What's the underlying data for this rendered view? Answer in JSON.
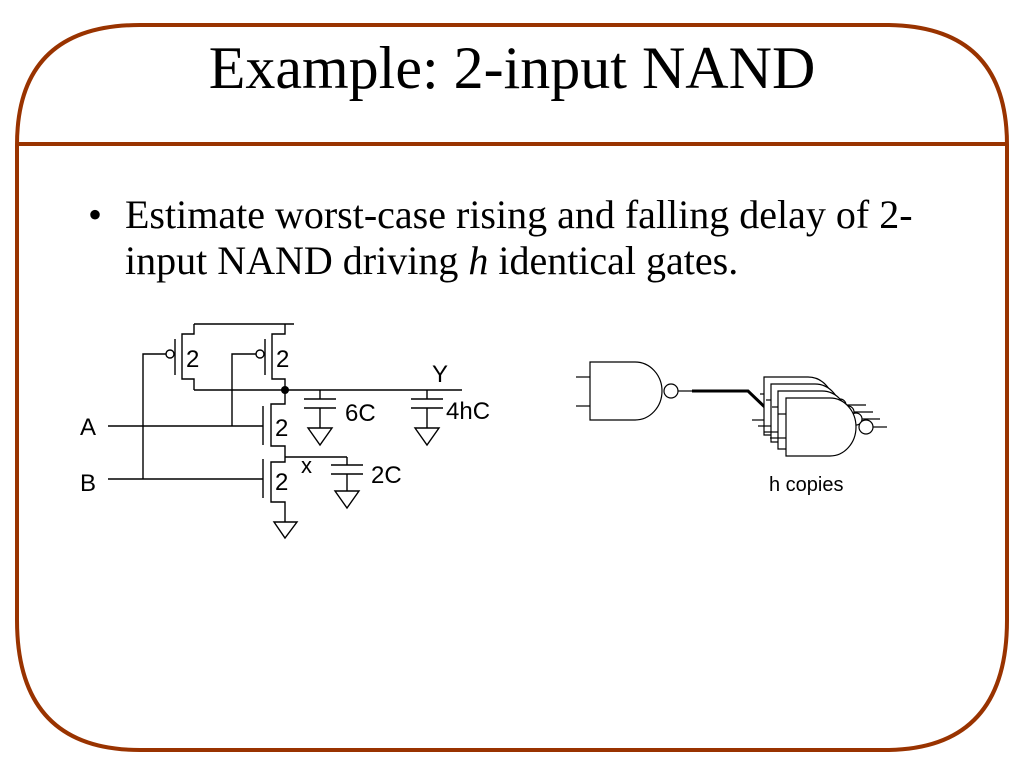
{
  "slide": {
    "title": "Example: 2-input NAND",
    "border_color": "#993300",
    "bullets": [
      {
        "parts": [
          {
            "text": "Estimate worst-case rising and falling delay of 2-input NAND driving ",
            "italic": false
          },
          {
            "text": "h",
            "italic": true
          },
          {
            "text": " identical gates.",
            "italic": false
          }
        ]
      }
    ]
  },
  "schematic": {
    "inputs": {
      "a": "A",
      "b": "B"
    },
    "output": "Y",
    "internal_node": "x",
    "transistor_widths": {
      "pmos_left": "2",
      "pmos_right": "2",
      "nmos_top": "2",
      "nmos_bottom": "2"
    },
    "capacitors": {
      "output_parasitic": "6C",
      "load": "4hC",
      "internal": "2C"
    }
  },
  "gate_drawing": {
    "caption": "h copies",
    "fanout_copies_drawn": 4
  }
}
